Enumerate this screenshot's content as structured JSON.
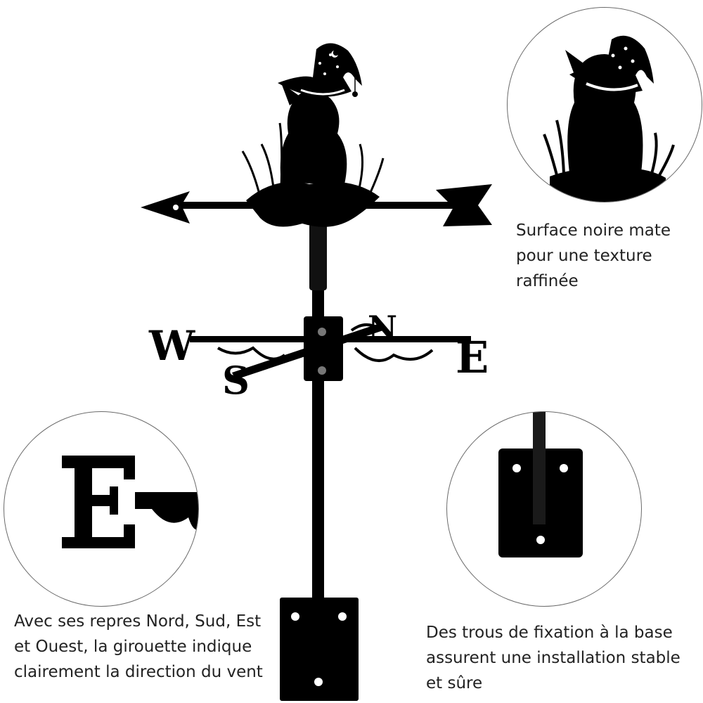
{
  "captions": {
    "surface": [
      "Surface noire mate",
      "pour une texture",
      "raffinée"
    ],
    "compass": [
      "Avec ses repres Nord, Sud, Est",
      "et Ouest, la girouette indique",
      "clairement la direction du vent"
    ],
    "holes": [
      "Des trous de fixation à la base",
      "assurent une installation stable",
      "et sûre"
    ]
  },
  "compass_letters": {
    "west": "W",
    "east": "E",
    "north": "N",
    "south": "S"
  },
  "colors": {
    "metal": "#000000",
    "circle_border": "#6a6a6a",
    "caption_text": "#222222",
    "background": "#ffffff"
  },
  "icons": {
    "main": "weathervane-witch-cat",
    "detail_1": "witch-cat-silhouette",
    "detail_2": "east-letter-detail",
    "detail_3": "mounting-plate-detail"
  }
}
